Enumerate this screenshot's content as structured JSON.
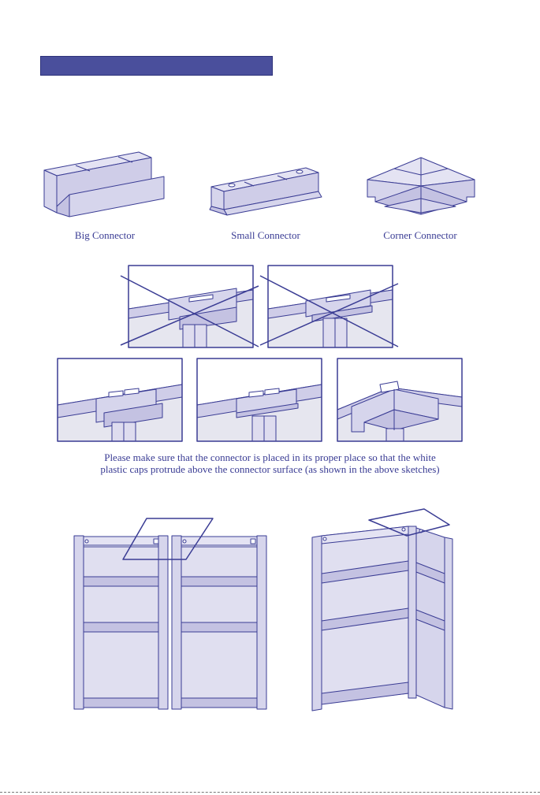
{
  "labels": {
    "big": "Big Connector",
    "small": "Small Connector",
    "corner": "Corner Connector"
  },
  "note": {
    "line1": "Please make sure that the connector is placed in its proper place so that the white",
    "line2": "plastic caps protrude above the connector surface (as shown in the above sketches)"
  },
  "colors": {
    "line": "#3a3c94",
    "fill": "#d6d5ec",
    "fill_dark": "#c4c2e2",
    "header": "#4a4f9c"
  }
}
